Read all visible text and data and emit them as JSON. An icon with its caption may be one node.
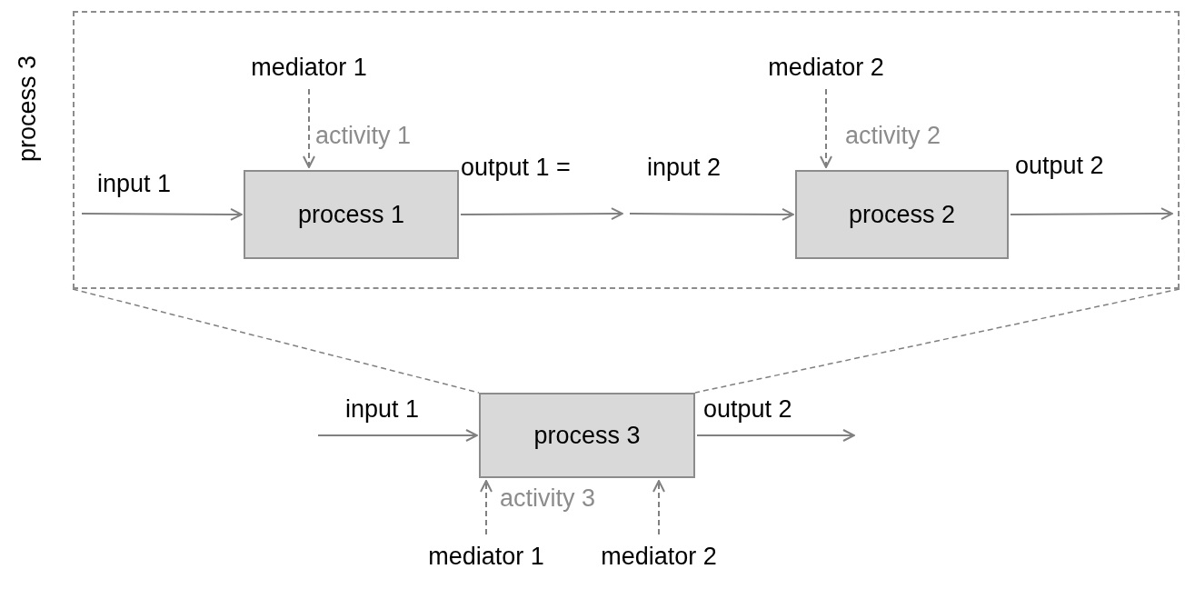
{
  "diagram": {
    "nodes": [
      {
        "text": [
          "process 3"
        ]
      },
      {
        "text": [
          "mediator 1"
        ],
        "in": 0
      },
      {
        "text": [
          "process 1"
        ],
        "in": 0
      },
      {
        "text": [
          "mediator 2"
        ],
        "in": 0
      },
      {
        "text": [
          "process 2"
        ],
        "in": 0
      },
      {
        "text": [
          "process 3"
        ]
      },
      {
        "text": [
          "mediator 1"
        ]
      },
      {
        "text": [
          "mediator 2"
        ]
      }
    ],
    "edges": [
      {
        "from": null,
        "to": 2,
        "arrow": "to",
        "label": "input 1"
      },
      {
        "from": 1,
        "to": 2,
        "arrow": "to",
        "style": "dashed",
        "label": "activity 1"
      },
      {
        "from": 2,
        "to": null,
        "arrow": "to",
        "label": "output 1 ="
      },
      {
        "from": null,
        "to": 4,
        "arrow": "to",
        "label": "input 2"
      },
      {
        "from": 3,
        "to": 4,
        "arrow": "to",
        "style": "dashed",
        "label": "activity 2"
      },
      {
        "from": 4,
        "to": null,
        "arrow": "to",
        "label": "output 2"
      },
      {
        "from": 0,
        "to": 5,
        "arrow": "none",
        "style": "dashed"
      },
      {
        "from": 0,
        "to": 5,
        "arrow": "none",
        "style": "dashed"
      },
      {
        "from": null,
        "to": 5,
        "arrow": "to",
        "label": "input 1"
      },
      {
        "from": 5,
        "to": null,
        "arrow": "to",
        "label": "output 2"
      },
      {
        "from": 6,
        "to": 5,
        "arrow": "to",
        "style": "dashed",
        "label": "activity 3"
      },
      {
        "from": 7,
        "to": 5,
        "arrow": "to",
        "style": "dashed"
      }
    ]
  }
}
